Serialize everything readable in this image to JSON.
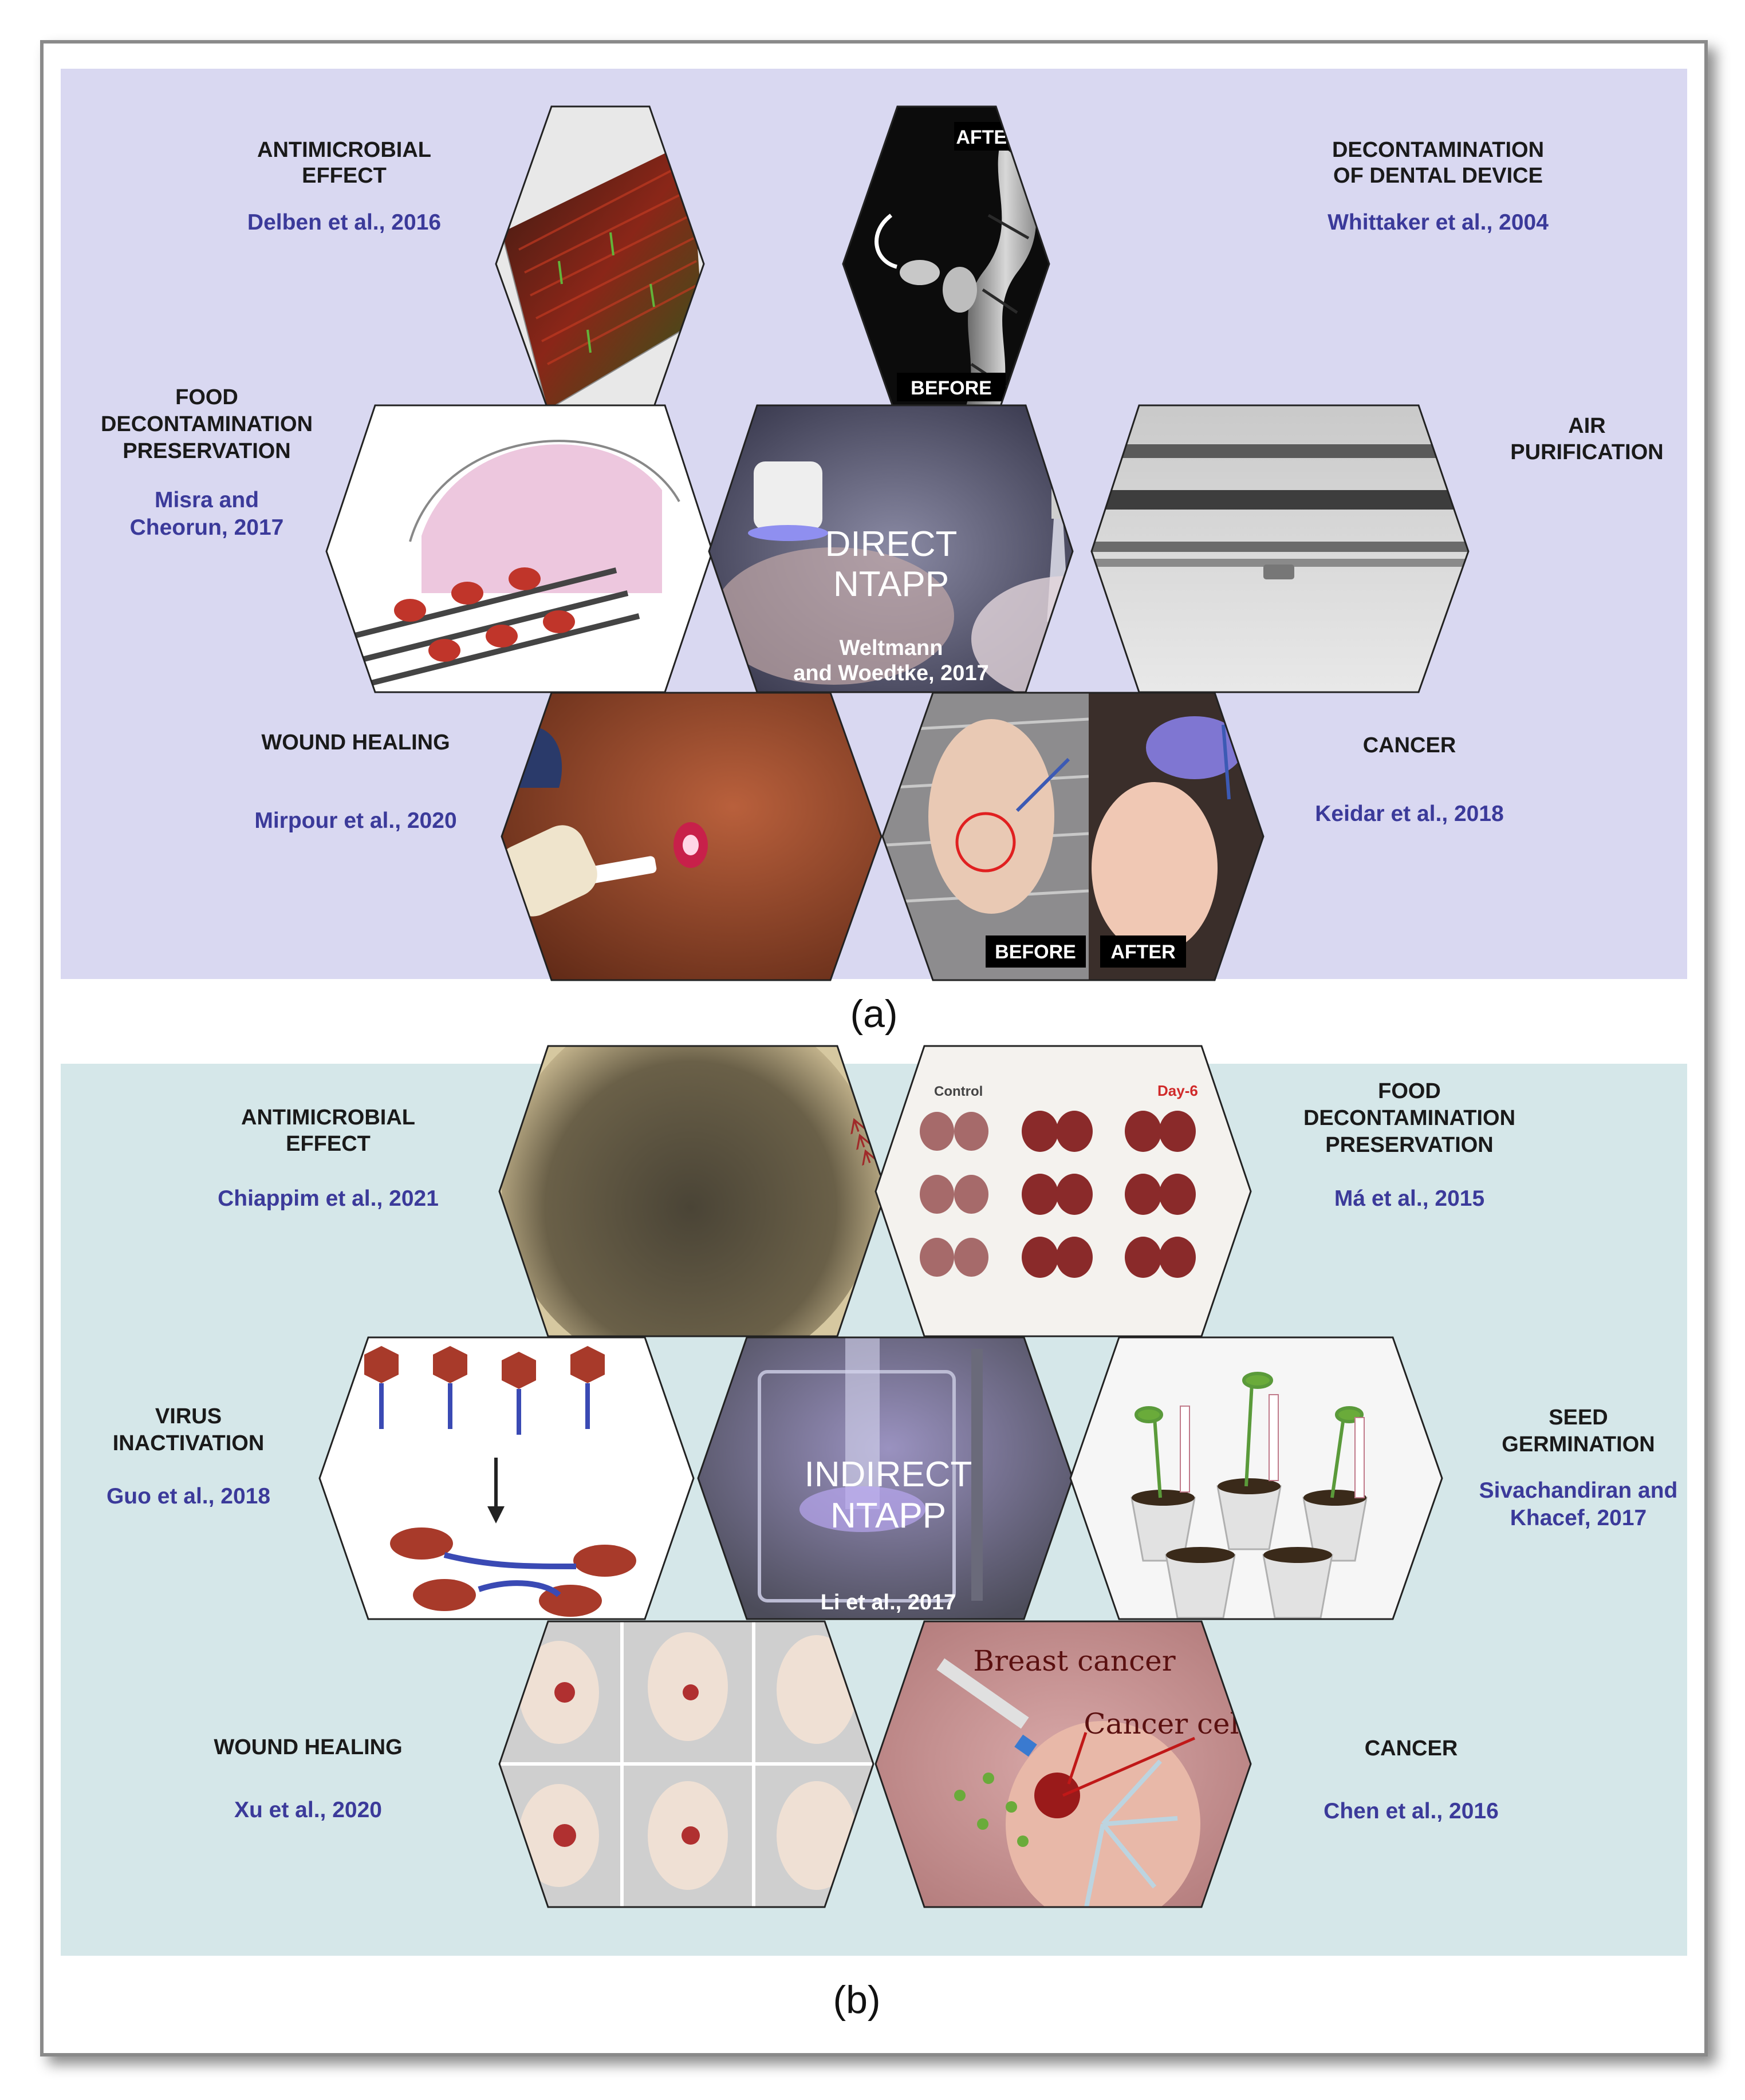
{
  "panel_a": {
    "caption": "(a)",
    "center_title_line1": "DIRECT",
    "center_title_line2": "NTAPP",
    "center_ref_line1": "Weltmann",
    "center_ref_line2": "and Woedtke, 2017",
    "antimicrobial": {
      "line1": "ANTIMICROBIAL",
      "line2": "EFFECT",
      "ref": "Delben et al., 2016"
    },
    "dental": {
      "line1": "DECONTAMINATION",
      "line2": "OF DENTAL DEVICE",
      "ref": "Whittaker  et al., 2004",
      "tag_after": "AFTER",
      "tag_before": "BEFORE"
    },
    "food": {
      "line1": "FOOD",
      "line2": "DECONTAMINATION",
      "line3": "PRESERVATION",
      "ref_line1": "Misra and",
      "ref_line2": "Cheorun, 2017"
    },
    "air": {
      "line1": "AIR",
      "line2": "PURIFICATION"
    },
    "wound": {
      "line1": "WOUND HEALING",
      "ref": "Mirpour et al., 2020"
    },
    "cancer": {
      "line1": "CANCER",
      "ref": "Keidar et al., 2018",
      "tag_before": "BEFORE",
      "tag_after": "AFTER"
    }
  },
  "panel_b": {
    "caption": "(b)",
    "center_title_line1": "INDIRECT",
    "center_title_line2": "NTAPP",
    "center_ref": "Li et al., 2017",
    "antimicrobial": {
      "line1": "ANTIMICROBIAL",
      "line2": "EFFECT",
      "ref": "Chiappim et al., 2021"
    },
    "food": {
      "line1": "FOOD",
      "line2": "DECONTAMINATION",
      "line3": "PRESERVATION",
      "ref": "Má et al., 2015",
      "photo_control": "Control",
      "photo_day": "Day-6"
    },
    "virus": {
      "line1": "VIRUS",
      "line2": "INACTIVATION",
      "ref": "Guo et al., 2018"
    },
    "seed": {
      "line1": "SEED",
      "line2": "GERMINATION",
      "ref_line1": "Sivachandiran and",
      "ref_line2": "Khacef, 2017"
    },
    "wound": {
      "line1": "WOUND HEALING",
      "ref": "Xu et al., 2020"
    },
    "cancer": {
      "line1": "CANCER",
      "ref": "Chen et al., 2016",
      "photo_label1": "Breast cancer",
      "photo_label2": "Cancer cell"
    }
  },
  "colors": {
    "panel_a_bg": "#d9d8f1",
    "panel_b_bg": "#d5e7e9",
    "ref_text": "#3b3a9a"
  }
}
